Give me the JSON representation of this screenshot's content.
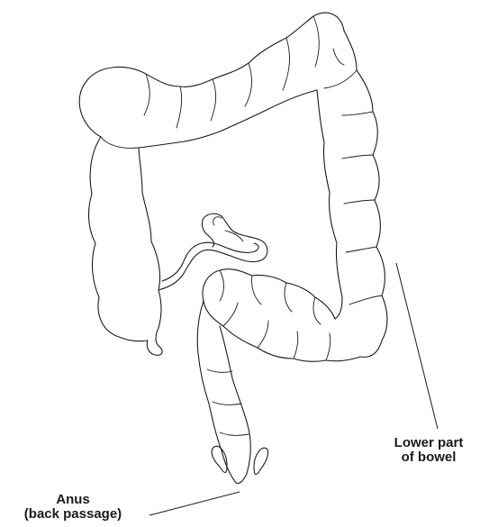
{
  "labels": {
    "lower_bowel": {
      "line1": "Lower part",
      "line2": "of bowel"
    },
    "anus": {
      "line1": "Anus",
      "line2": "(back passage)"
    }
  },
  "colors": {
    "line": "#1a1a1a",
    "background": "#ffffff"
  }
}
